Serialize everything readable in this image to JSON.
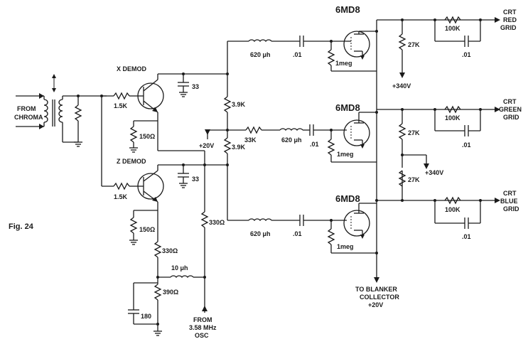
{
  "figure": {
    "label": "Fig. 24"
  },
  "inputs": {
    "from_chroma": [
      "FROM",
      "CHROMA"
    ],
    "from_osc": [
      "FROM",
      "3.58 MHz",
      "OSC"
    ]
  },
  "stages": {
    "x_demod": "X DEMOD",
    "z_demod": "Z DEMOD"
  },
  "tubes": {
    "red": "6MD8",
    "green": "6MD8",
    "blue": "6MD8"
  },
  "outputs": {
    "red": [
      "CRT",
      "RED",
      "GRID"
    ],
    "green": [
      "CRT",
      "GREEN",
      "GRID"
    ],
    "blue": [
      "CRT",
      "BLUE",
      "GRID"
    ],
    "blanker": [
      "TO BLANKER",
      "COLLECTOR",
      "+20V"
    ]
  },
  "components": {
    "r_x_base": "1.5K",
    "r_z_base": "1.5K",
    "c_x": "33",
    "c_z": "33",
    "r_x_emitter": "150Ω",
    "r_z_emitter": "150Ω",
    "r_div_top": "3.9K",
    "r_div_bottom": "3.9K",
    "r_green_in": "33K",
    "r_330_right": "330Ω",
    "r_330_left": "330Ω",
    "l_osc": "10 μh",
    "r_390": "390Ω",
    "c_180": "180",
    "l_red": "620 μh",
    "l_green": "620 μh",
    "l_blue": "620 μh",
    "c_red": ".01",
    "c_green": ".01",
    "c_blue": ".01",
    "r_grid_red": "1meg",
    "r_grid_green": "1meg",
    "r_grid_blue": "1meg",
    "r_plate_red": "27K",
    "r_plate_green": "27K",
    "r_plate_blue": "27K",
    "r_out_red": "100K",
    "r_out_green": "100K",
    "r_out_blue": "100K",
    "c_out_red": ".01",
    "c_out_green": ".01",
    "c_out_blue": ".01"
  },
  "supplies": {
    "plus20": "+20V",
    "plus340_top": "+340V",
    "plus340_mid": "+340V"
  }
}
